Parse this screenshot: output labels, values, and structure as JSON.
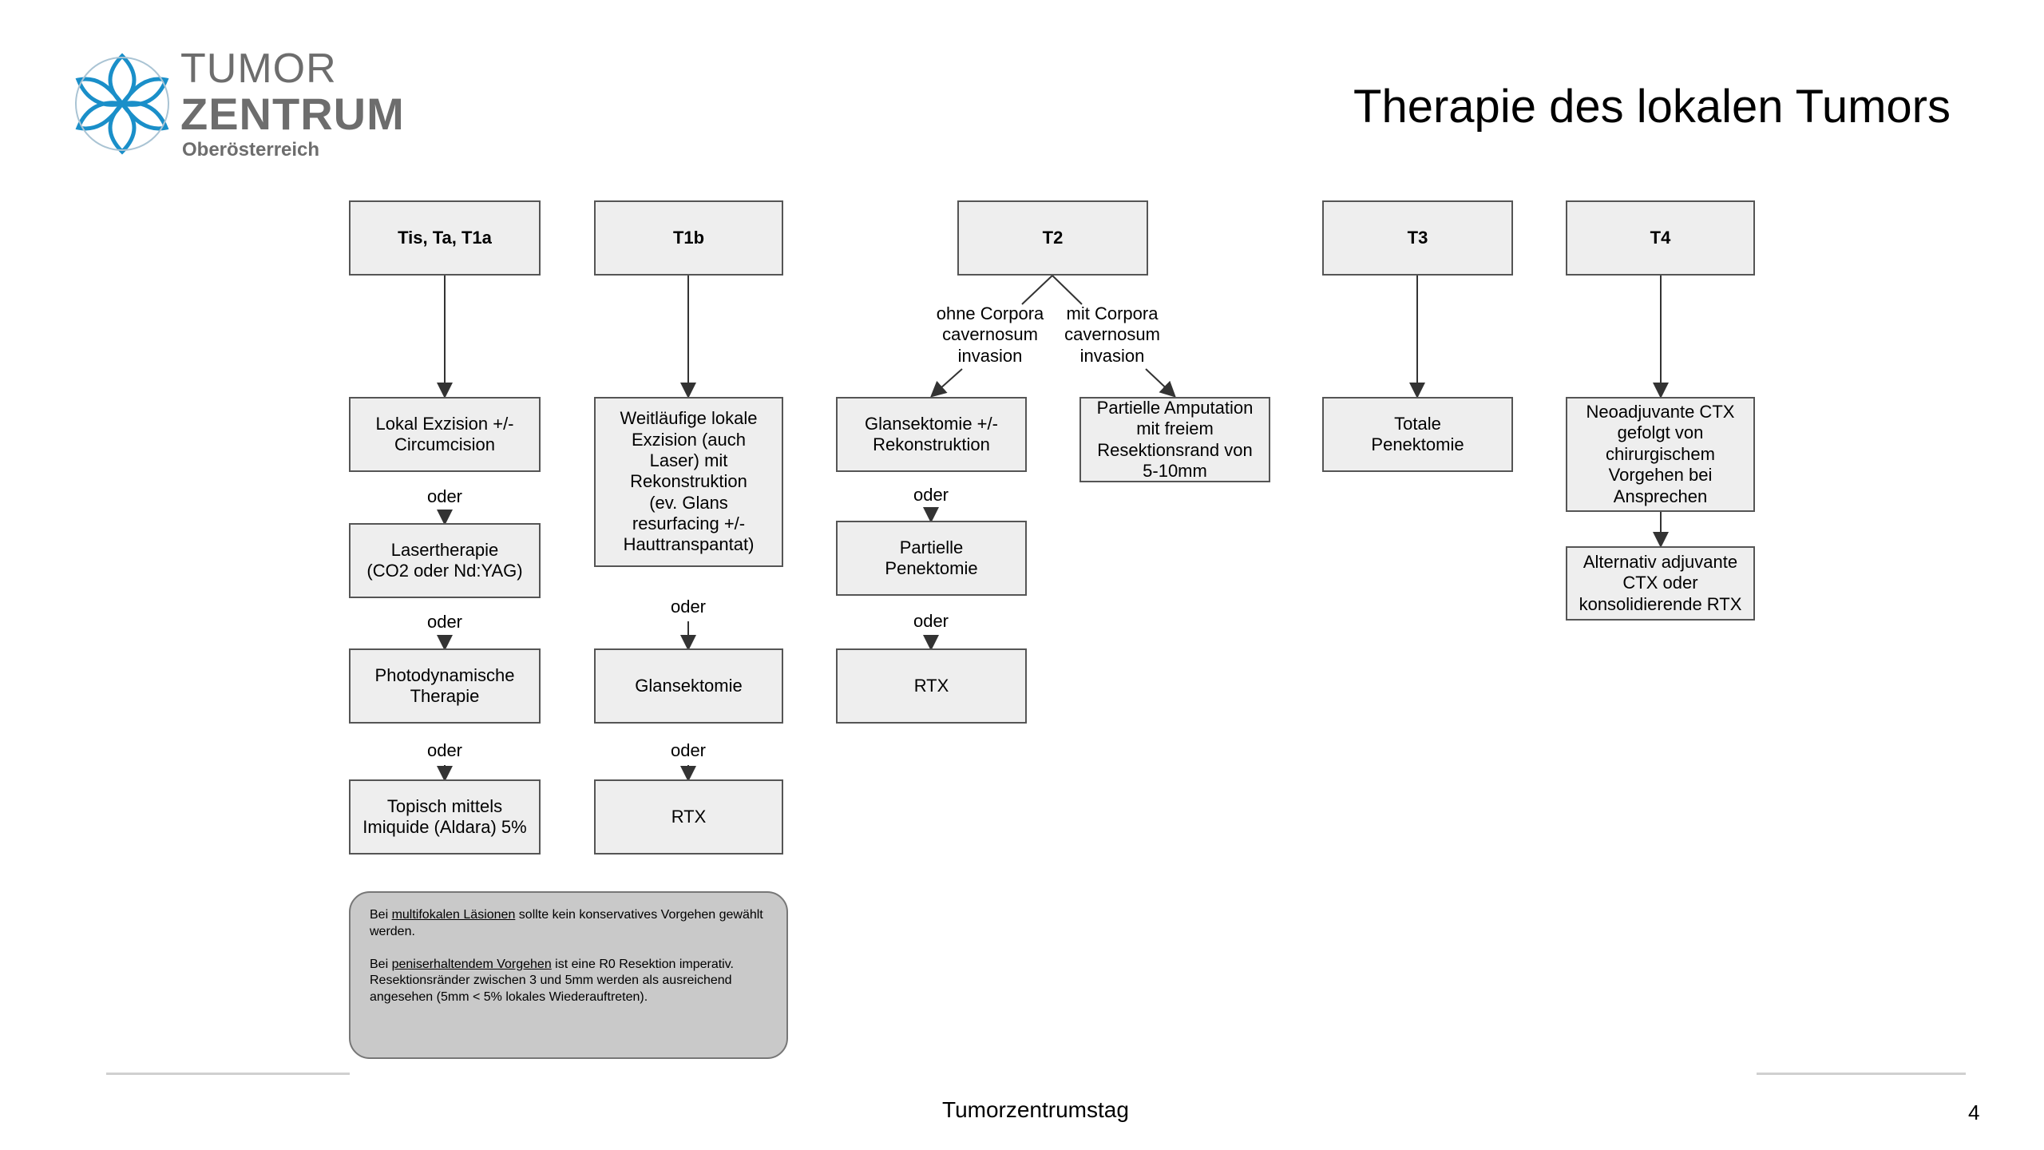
{
  "logo": {
    "line1": "TUMOR",
    "line2": "ZENTRUM",
    "line3": "Oberösterreich",
    "color": "#1a8fc9"
  },
  "title": "Therapie des lokalen Tumors",
  "headers": {
    "tis": "Tis, Ta, T1a",
    "t1b": "T1b",
    "t2": "T2",
    "t3": "T3",
    "t4": "T4"
  },
  "col1": {
    "b1": "Lokal Exzision +/-\nCircumcision",
    "b2": "Lasertherapie\n(CO2 oder Nd:YAG)",
    "b3": "Photodynamische\nTherapie",
    "b4": "Topisch mittels\nImiquide (Aldara) 5%",
    "or": "oder"
  },
  "col2": {
    "b1": "Weitläufige lokale\nExzision (auch\nLaser) mit\nRekonstruktion\n(ev. Glans\nresurfacing +/-\nHauttranspantat)",
    "b2": "Glansektomie",
    "b3": "RTX",
    "or": "oder"
  },
  "t2": {
    "label_left": "ohne Corpora\ncavernosum\ninvasion",
    "label_right": "mit Corpora\ncavernosum\ninvasion",
    "b1": "Glansektomie +/-\nRekonstruktion",
    "b2": "Partielle\nPenektomie",
    "b3": "RTX",
    "b_right": "Partielle Amputation\nmit freiem\nResektionsrand von\n5-10mm",
    "or": "oder"
  },
  "t3": {
    "b1": "Totale\nPenektomie"
  },
  "t4": {
    "b1": "Neoadjuvante CTX\ngefolgt von\nchirurgischem\nVorgehen bei\nAnsprechen",
    "b2": "Alternativ adjuvante\nCTX oder\nkonsolidierende RTX"
  },
  "note": {
    "p1_pre": "Bei ",
    "p1_u": "multifokalen Läsionen",
    "p1_post": " sollte kein konservatives Vorgehen gewählt werden.",
    "p2_pre": "Bei ",
    "p2_u": "peniserhaltendem Vorgehen",
    "p2_post": " ist eine R0 Resektion imperativ.",
    "p3": "Resektionsränder zwischen 3 und 5mm werden als ausreichend angesehen (5mm < 5% lokales Wiederauftreten)."
  },
  "footer": {
    "text": "Tumorzentrumstag",
    "page": "4"
  }
}
